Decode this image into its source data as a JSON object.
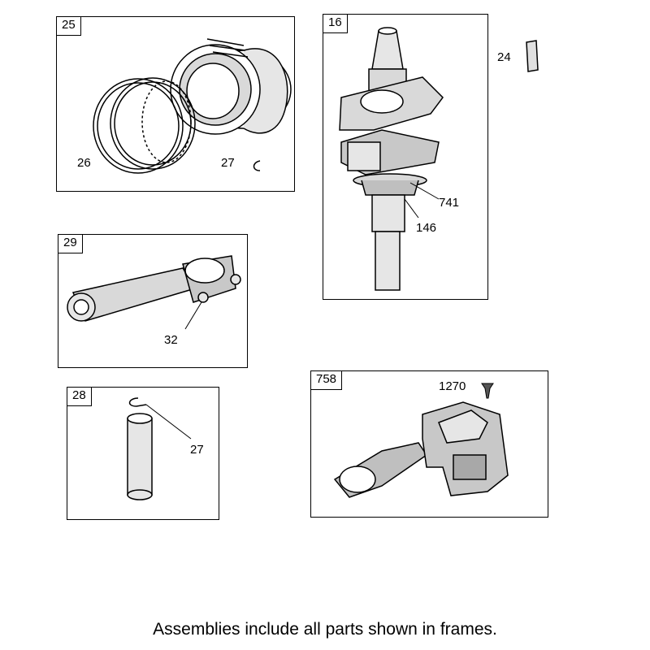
{
  "frames": {
    "piston": {
      "tag": "25"
    },
    "crankshaft": {
      "tag": "16"
    },
    "connecting_rod": {
      "tag": "29"
    },
    "piston_pin": {
      "tag": "28"
    },
    "governor": {
      "tag": "758"
    }
  },
  "callouts": {
    "rings": "26",
    "piston_clip": "27",
    "pin_clip": "27",
    "key": "24",
    "gear": "741",
    "crank_journal": "146",
    "rod_bolt": "32",
    "screw": "1270"
  },
  "caption": "Assemblies include all parts shown in frames."
}
